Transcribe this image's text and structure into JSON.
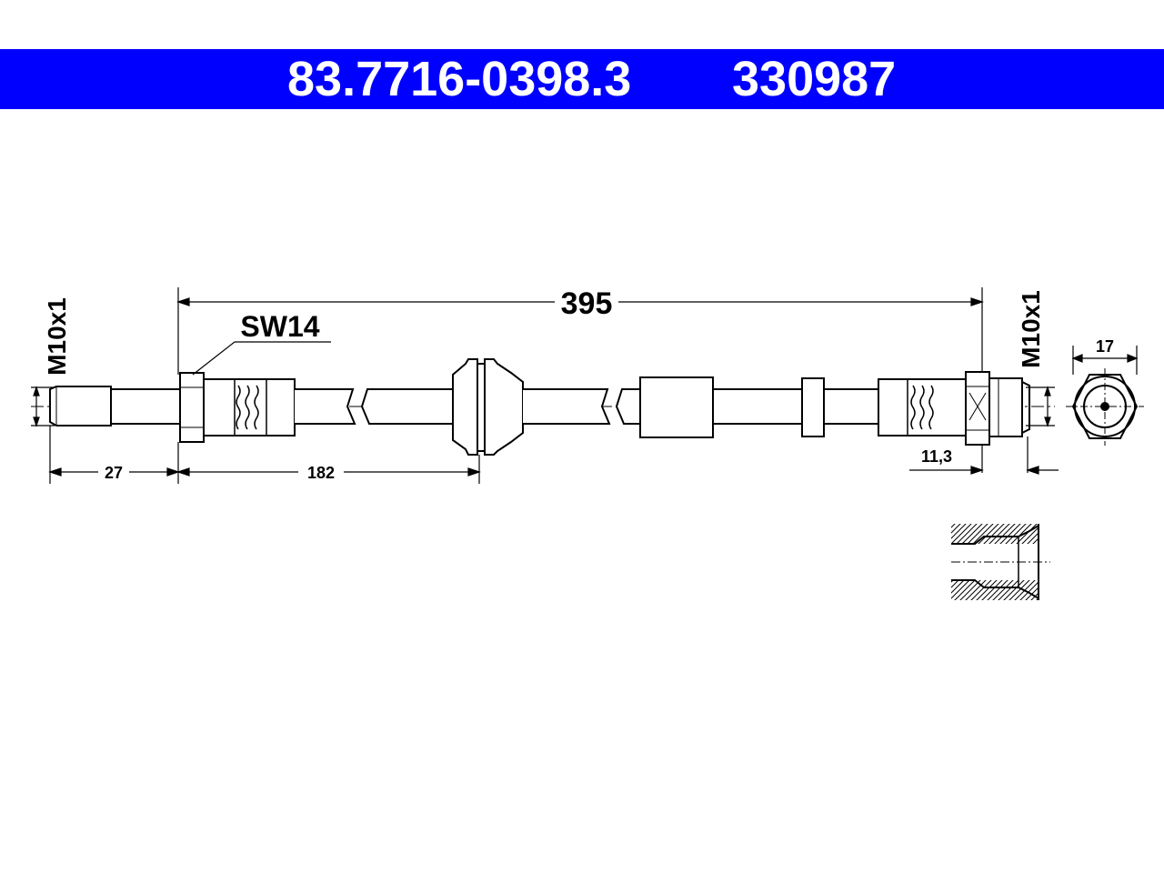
{
  "header": {
    "part_number": "83.7716-0398.3",
    "reference": "330987",
    "background": "#0000ff"
  },
  "dimensions": {
    "total_length": "395",
    "wrench_size": "SW14",
    "thread_left": "M10x1",
    "thread_right": "M10x1",
    "left_end_length": "27",
    "left_to_grommet": "182",
    "hex_width": "17",
    "right_end_length": "11,3"
  }
}
